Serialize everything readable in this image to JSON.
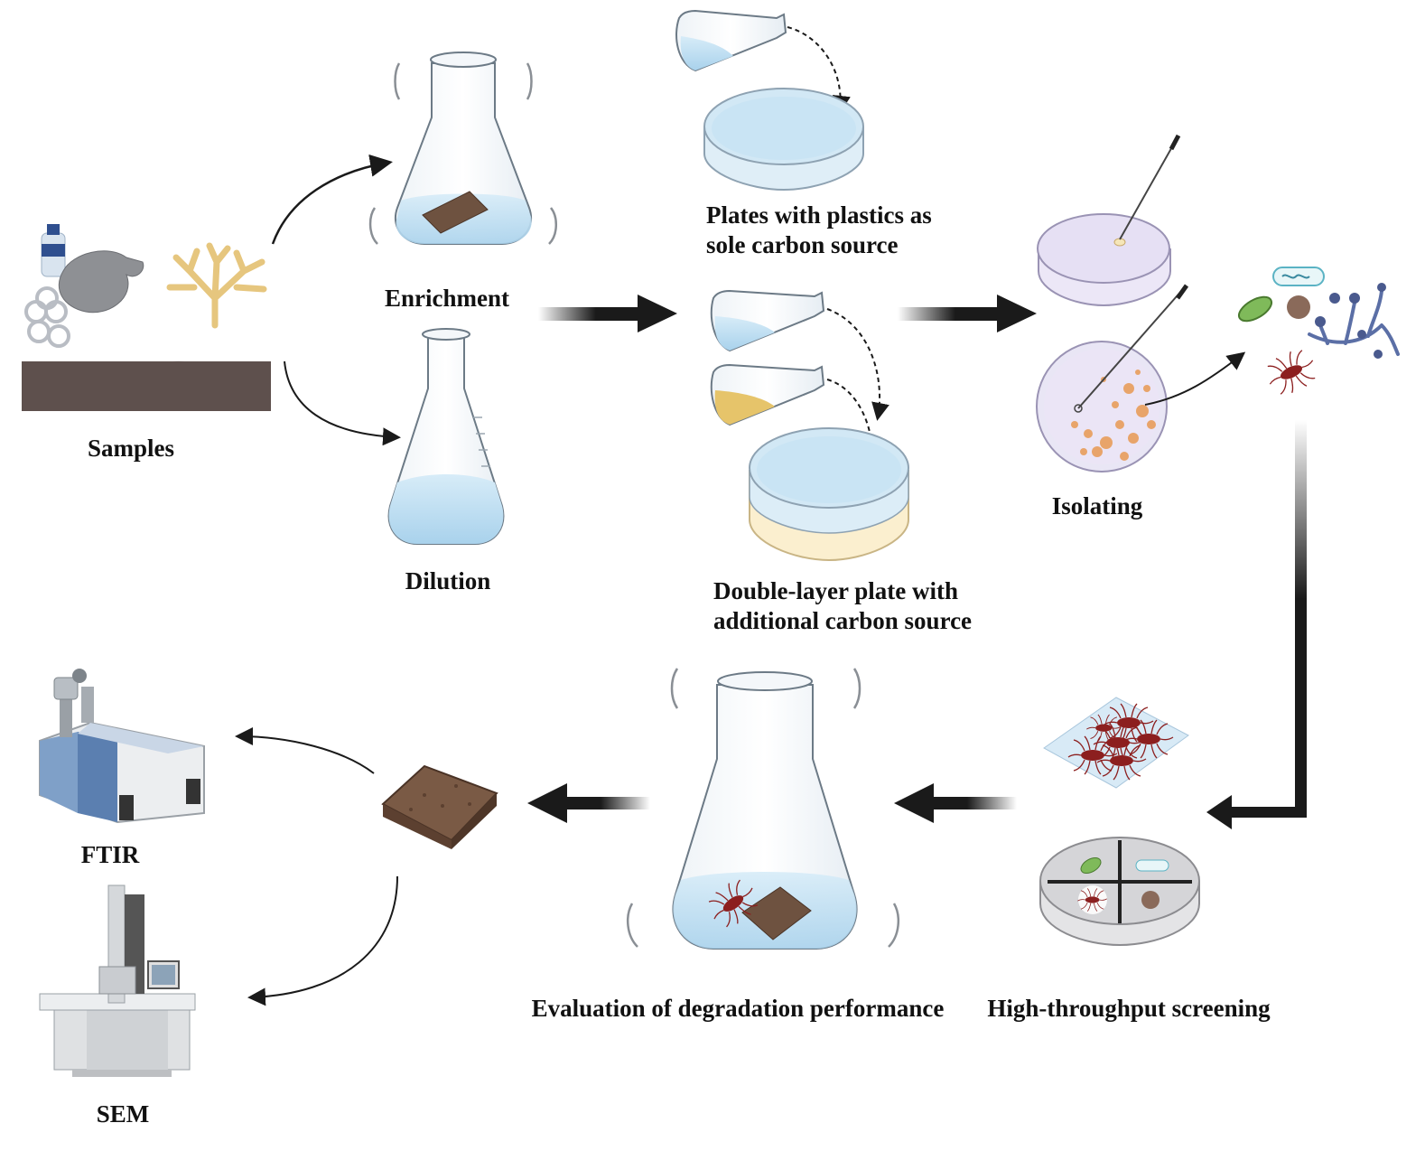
{
  "labels": {
    "samples": "Samples",
    "enrichment": "Enrichment",
    "dilution": "Dilution",
    "plates_line1": "Plates with plastics as",
    "plates_line2": "sole carbon source",
    "double_line1": "Double-layer plate with",
    "double_line2": "additional carbon source",
    "isolating": "Isolating",
    "evaluation": "Evaluation of degradation performance",
    "screening": "High-throughput screening",
    "ftir": "FTIR",
    "sem": "SEM"
  },
  "icons": [
    "water-bottle-icon",
    "plastic-bag-icon",
    "plastic-rings-icon",
    "coral-icon",
    "soil-icon",
    "shaking-flask-icon",
    "dilution-flask-icon",
    "pouring-flask-icon",
    "petri-dish-icon",
    "double-layer-plate-icon",
    "inoculation-loop-icon",
    "colony-plate-icon",
    "microbes-icon",
    "fungus-icon",
    "bacterium-icon",
    "plastic-film-icon",
    "quadrant-plate-icon",
    "plastic-piece-icon",
    "ftir-spectrometer-icon",
    "electron-microscope-icon"
  ],
  "colors": {
    "arrow": "#1a1a1a",
    "liquid": "#bfe0f2",
    "agar_purple": "#e6e0f4",
    "agar_yellow": "#fbefcf",
    "plastic_brown": "#6e5240",
    "colony_orange": "#e8a46a",
    "bacterium_red": "#8c1f1f",
    "instrument_blue": "#5b7fb0"
  }
}
